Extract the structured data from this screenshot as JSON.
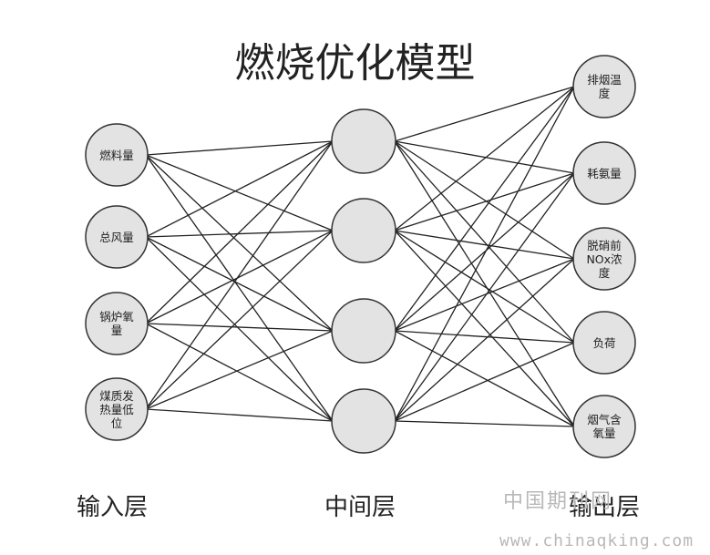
{
  "title": "燃烧优化模型",
  "layers": {
    "input": {
      "label": "输入层",
      "nodes": [
        "燃料量",
        "总风量",
        "锅炉氧\n量",
        "煤质发\n热量低\n位"
      ]
    },
    "hidden": {
      "label": "中间层",
      "nodes": [
        "",
        "",
        "",
        ""
      ]
    },
    "output": {
      "label": "输出层",
      "nodes": [
        "排烟温\n度",
        "耗氨量",
        "脱硝前\nNOx浓\n度",
        "负荷",
        "烟气含\n氧量"
      ]
    }
  },
  "colors": {
    "node_fill": "#e3e3e3",
    "node_stroke": "#333333",
    "edge": "#222222",
    "text": "#222222",
    "watermark": "#b8b8b8"
  },
  "watermark": {
    "cn": "中国期刊网",
    "url": "www.chinaqking.com"
  }
}
